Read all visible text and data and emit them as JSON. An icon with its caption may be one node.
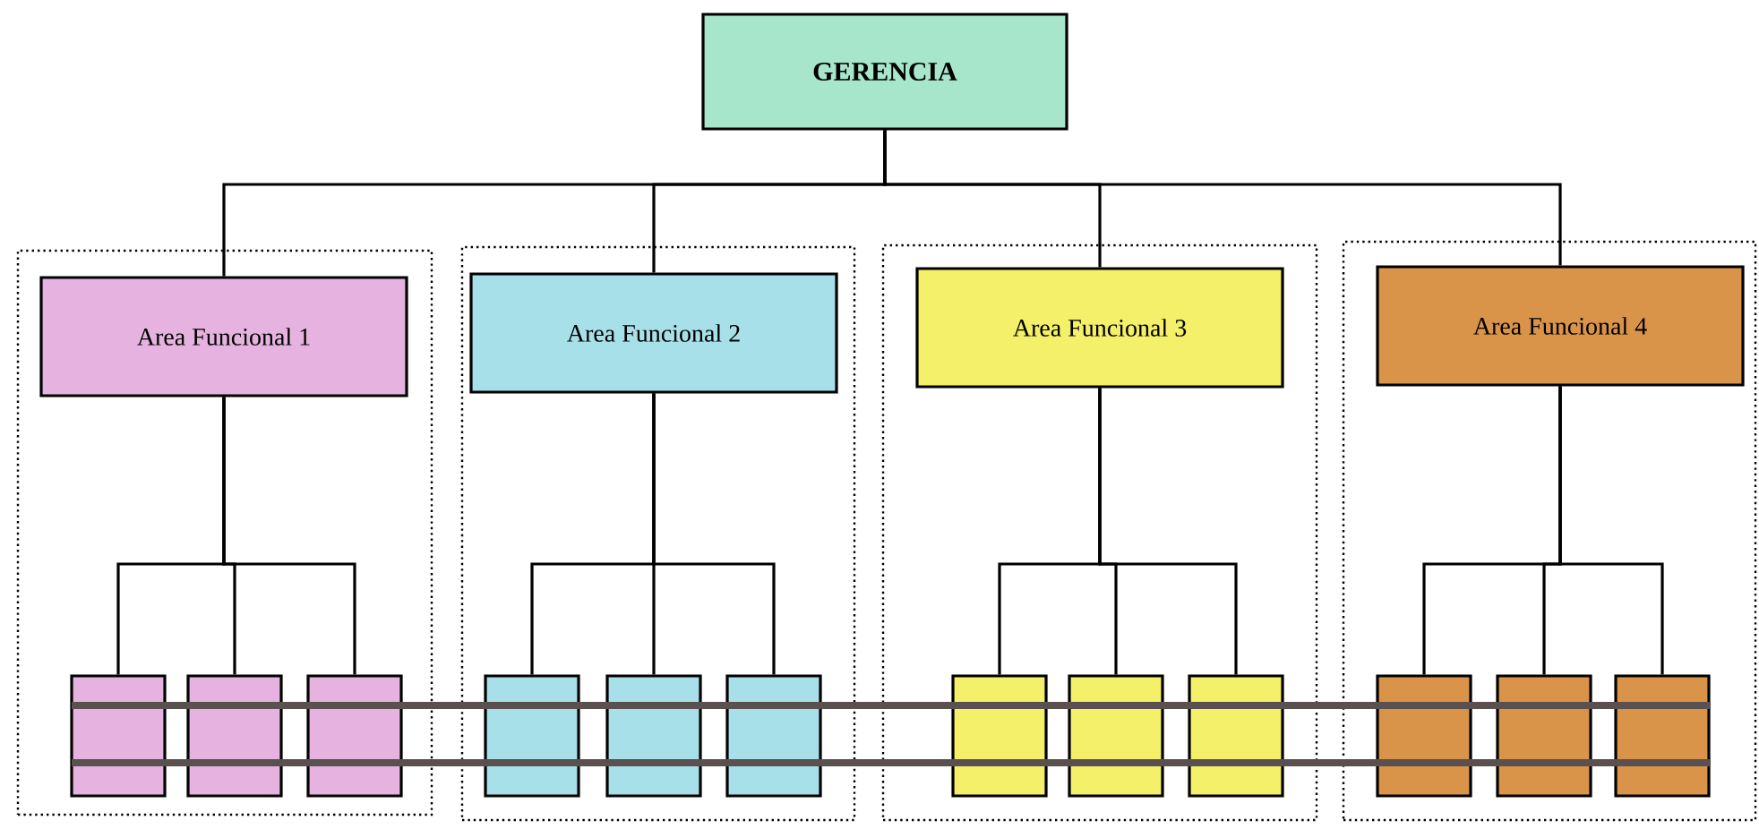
{
  "diagram": {
    "nodes": [
      {
        "text": [
          "GERENCIA"
        ]
      },
      {
        "text": [],
        "shape": "box"
      },
      {
        "text": [
          "Area Funcional 1"
        ],
        "in": 1
      },
      {
        "text": [],
        "shape": "box",
        "in": 1
      },
      {
        "text": [],
        "shape": "box",
        "in": 1
      },
      {
        "text": [],
        "shape": "box",
        "in": 1
      },
      {
        "text": [],
        "shape": "box"
      },
      {
        "text": [
          "Area Funcional 2"
        ],
        "in": 6
      },
      {
        "text": [],
        "shape": "box",
        "in": 6
      },
      {
        "text": [],
        "shape": "box",
        "in": 6
      },
      {
        "text": [],
        "shape": "box",
        "in": 6
      },
      {
        "text": [],
        "shape": "box"
      },
      {
        "text": [
          "Area Funcional 3"
        ],
        "in": 11
      },
      {
        "text": [],
        "shape": "box",
        "in": 11
      },
      {
        "text": [],
        "shape": "box",
        "in": 11
      },
      {
        "text": [],
        "shape": "box",
        "in": 11
      },
      {
        "text": [],
        "shape": "box"
      },
      {
        "text": [
          "Area Funcional  4"
        ],
        "in": 16
      },
      {
        "text": [],
        "shape": "box",
        "in": 16
      },
      {
        "text": [],
        "shape": "box",
        "in": 16
      },
      {
        "text": [],
        "shape": "box",
        "in": 16
      }
    ],
    "edges": [
      {
        "from": 0,
        "to": 2,
        "arrow": "none"
      },
      {
        "from": 0,
        "to": 7,
        "arrow": "none"
      },
      {
        "from": 0,
        "to": 12,
        "arrow": "none"
      },
      {
        "from": 0,
        "to": 17,
        "arrow": "none"
      },
      {
        "from": 2,
        "to": 3,
        "arrow": "none"
      },
      {
        "from": 2,
        "to": 4,
        "arrow": "none"
      },
      {
        "from": 2,
        "to": 5,
        "arrow": "none"
      },
      {
        "from": 7,
        "to": 8,
        "arrow": "none"
      },
      {
        "from": 7,
        "to": 9,
        "arrow": "none"
      },
      {
        "from": 7,
        "to": 10,
        "arrow": "none"
      },
      {
        "from": 12,
        "to": 13,
        "arrow": "none"
      },
      {
        "from": 12,
        "to": 14,
        "arrow": "none"
      },
      {
        "from": 12,
        "to": 15,
        "arrow": "none"
      },
      {
        "from": 17,
        "to": 18,
        "arrow": "none"
      },
      {
        "from": 17,
        "to": 19,
        "arrow": "none"
      },
      {
        "from": 17,
        "to": 20,
        "arrow": "none"
      }
    ]
  }
}
